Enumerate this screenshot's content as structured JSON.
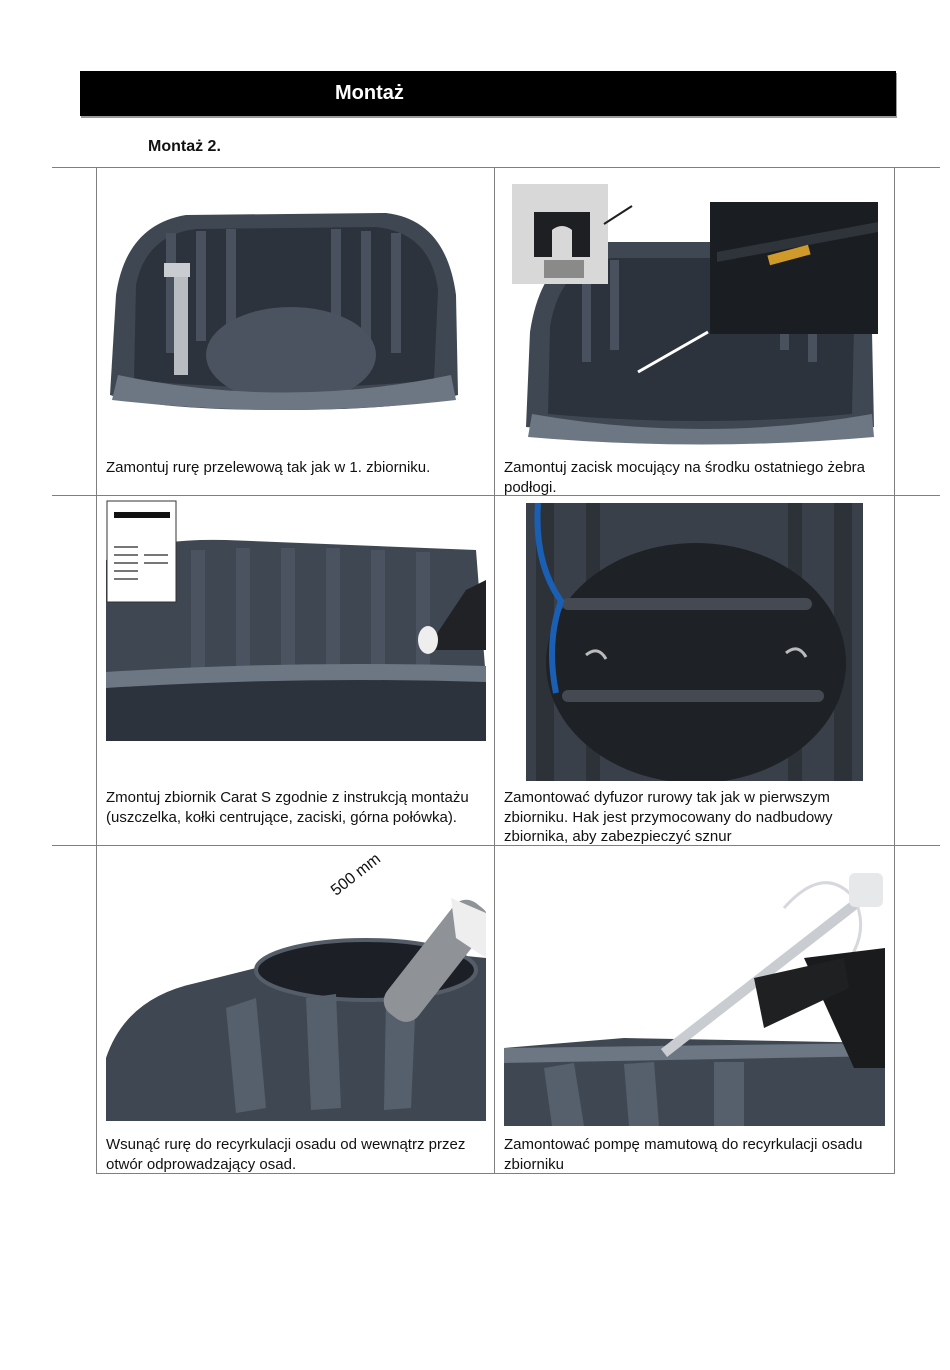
{
  "header": {
    "title": "Montaż"
  },
  "subtitle": "Montaż 2.",
  "steps": [
    {
      "caption": "Zamontuj rurę przelewową tak jak w 1. zbiorniku.",
      "photo": "tank-interior-with-overflow-pipe"
    },
    {
      "caption": "Zamontuj zacisk mocujący na środku ostatniego żebra podłogi.",
      "photo": "tank-interior-clamp-detail"
    },
    {
      "caption": "Zmontuj zbiornik Carat S zgodnie z instrukcją montażu (uszczelka, kołki centrujące, zaciski, górna połówka).",
      "photo": "tank-assembly-with-manual"
    },
    {
      "caption": "Zamontować dyfuzor rurowy tak jak w pierwszym zbiorniku. Hak jest przymocowany do nadbudowy zbiornika, aby zabezpieczyć sznur",
      "photo": "tube-diffusers-on-tank-floor"
    },
    {
      "caption": "Wsunąć rurę do recyrkulacji osadu od wewnątrz przez otwór odprowadzający osad.",
      "photo": "sludge-pipe-insertion",
      "label": "500 mm"
    },
    {
      "caption": "Zamontować pompę mamutową do recyrkulacji osadu    zbiorniku",
      "photo": "airlift-pump-installation"
    }
  ],
  "colors": {
    "tank": "#3f4752",
    "tank_light": "#6d7784",
    "tank_dark": "#262c33",
    "pipe": "#b9bcc0"
  }
}
